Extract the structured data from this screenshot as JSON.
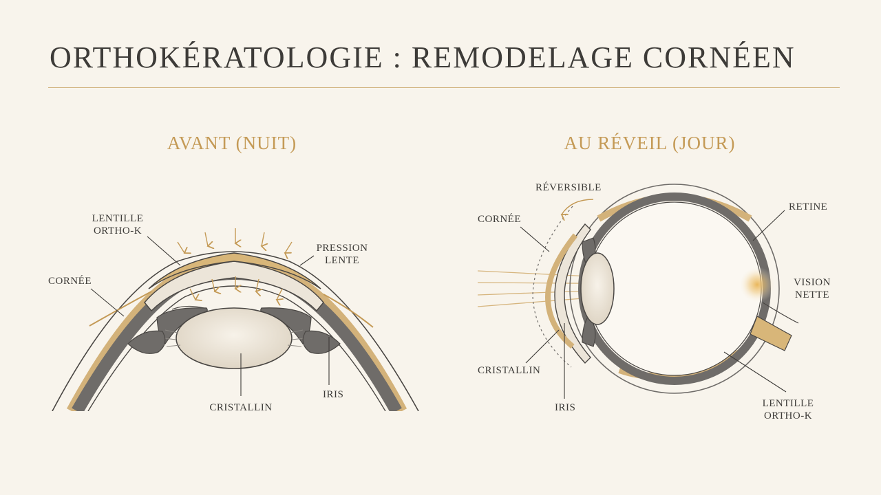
{
  "title": "ORTHOKÉRATOLOGIE : REMODELAGE CORNÉEN",
  "left_panel": {
    "heading": "AVANT (NUIT)",
    "labels": {
      "lens_line1": "LENTILLE",
      "lens_line2": "ORTHO-K",
      "pressure_line1": "PRESSION",
      "pressure_line2": "LENTE",
      "cornea": "CORNÉE",
      "crystalline": "CRISTALLIN",
      "iris": "IRIS"
    }
  },
  "right_panel": {
    "heading": "AU RÉVEIL (JOUR)",
    "labels": {
      "reversible": "RÉVERSIBLE",
      "cornea": "CORNÉE",
      "retina": "RETINE",
      "vision_line1": "VISION",
      "vision_line2": "NETTE",
      "crystalline": "CRISTALLIN",
      "iris": "IRIS",
      "lens_line1": "LENTILLE",
      "lens_line2": "ORTHO-K"
    }
  },
  "colors": {
    "background": "#f8f4ec",
    "accent_gold": "#c49a56",
    "tissue_gray": "#6f6c69",
    "outline": "#4a4744",
    "lens_fill": "#ebe3d4"
  }
}
